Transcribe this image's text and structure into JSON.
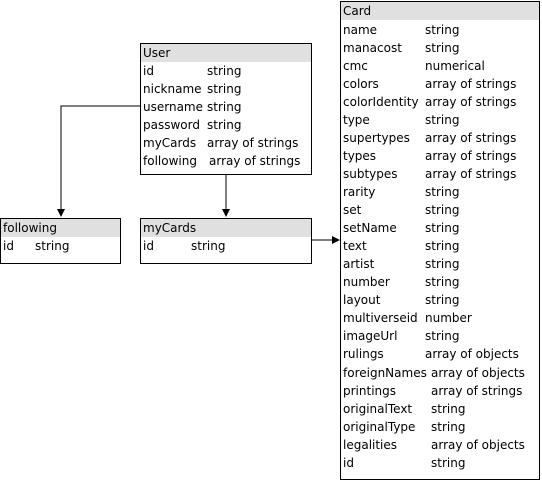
{
  "user": {
    "title": "User",
    "fields": [
      {
        "name": "id",
        "type": "string"
      },
      {
        "name": "nickname",
        "type": "string"
      },
      {
        "name": "username",
        "type": "string"
      },
      {
        "name": "password",
        "type": "string"
      },
      {
        "name": "myCards",
        "type": "array of strings"
      },
      {
        "name": "following",
        "type": "array of strings"
      }
    ]
  },
  "following": {
    "title": "following",
    "fields": [
      {
        "name": "id",
        "type": "string"
      }
    ]
  },
  "mycards": {
    "title": "myCards",
    "fields": [
      {
        "name": "id",
        "type": "string"
      }
    ]
  },
  "card": {
    "title": "Card",
    "fields": [
      {
        "name": "name",
        "type": "string"
      },
      {
        "name": "manacost",
        "type": "string"
      },
      {
        "name": "cmc",
        "type": "numerical"
      },
      {
        "name": "colors",
        "type": "array of strings"
      },
      {
        "name": "colorIdentity",
        "type": "array of strings"
      },
      {
        "name": "type",
        "type": "string"
      },
      {
        "name": "supertypes",
        "type": "array of strings"
      },
      {
        "name": "types",
        "type": "array of strings"
      },
      {
        "name": "subtypes",
        "type": "array of strings"
      },
      {
        "name": "rarity",
        "type": "string"
      },
      {
        "name": "set",
        "type": "string"
      },
      {
        "name": "setName",
        "type": "string"
      },
      {
        "name": "text",
        "type": "string"
      },
      {
        "name": "artist",
        "type": "string"
      },
      {
        "name": "number",
        "type": "string"
      },
      {
        "name": "layout",
        "type": "string"
      },
      {
        "name": "multiverseid",
        "type": "number"
      },
      {
        "name": "imageUrl",
        "type": "string"
      },
      {
        "name": "rulings",
        "type": "array of objects"
      },
      {
        "name": "foreignNames",
        "type": "array of objects"
      },
      {
        "name": "printings",
        "type": "array of strings"
      },
      {
        "name": "originalText",
        "type": "string"
      },
      {
        "name": "originalType",
        "type": "string"
      },
      {
        "name": "legalities",
        "type": "array of objects"
      },
      {
        "name": "id",
        "type": "string"
      }
    ]
  }
}
